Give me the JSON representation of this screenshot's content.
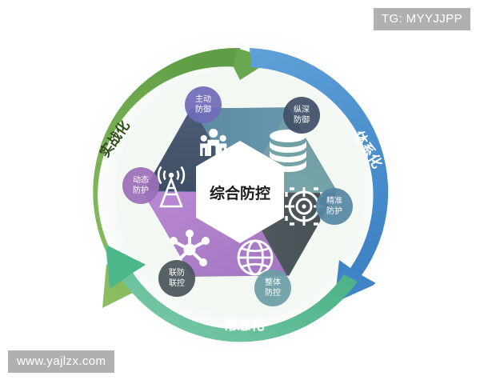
{
  "watermarks": {
    "top_right": "TG: MYYJJPP",
    "bottom_left": "www.yajlzx.com"
  },
  "diagram": {
    "center_label": "综合防控",
    "center_label_color": "#1d1d1f",
    "type": "aperture-pinwheel-cycle",
    "blades": [
      {
        "id": "active-defense",
        "label": "主动防御",
        "icon": "people-group-icon",
        "color": "#7b79c4",
        "gradient_end": "#9a8fd0",
        "badge_color": "#6f6cb8",
        "position": "top-left"
      },
      {
        "id": "defense-in-depth",
        "label": "纵深防御",
        "icon": "database-stack-icon",
        "color": "#47586f",
        "gradient_end": "#5a7490",
        "badge_color": "#3f5068",
        "position": "top-right"
      },
      {
        "id": "precise-protection",
        "label": "精准防护",
        "icon": "target-crosshair-icon",
        "color": "#5f8ba3",
        "gradient_end": "#6f9cb3",
        "badge_color": "#5687a3",
        "position": "right"
      },
      {
        "id": "overall-control",
        "label": "整体防控",
        "icon": "globe-icon",
        "color": "#74a3a8",
        "gradient_end": "#82b0b2",
        "badge_color": "#6b9ea4",
        "position": "bottom-right"
      },
      {
        "id": "joint-prevention",
        "label": "联防联控",
        "icon": "network-hub-icon",
        "color": "#4e5a5e",
        "gradient_end": "#606c70",
        "badge_color": "#4a5559",
        "position": "bottom-left"
      },
      {
        "id": "dynamic-protection",
        "label": "动态防护",
        "icon": "broadcast-tower-icon",
        "color": "#ad7fc8",
        "gradient_end": "#bb92d2",
        "badge_color": "#9b6fb8",
        "position": "left"
      }
    ],
    "arcs": [
      {
        "id": "practical",
        "label": "实战化",
        "color": "#6aa84f",
        "gradient_end": "#8cba5e",
        "text_color": "#2f4d18",
        "position": "left"
      },
      {
        "id": "systematic",
        "label": "体系化",
        "color": "#4a90d0",
        "gradient_end": "#5f9ed6",
        "text_color": "#ffffff",
        "position": "right"
      },
      {
        "id": "normalized",
        "label": "常态化",
        "color": "#4cb78a",
        "gradient_end": "#6ec2a0",
        "text_color": "#ffffff",
        "position": "bottom"
      }
    ]
  }
}
